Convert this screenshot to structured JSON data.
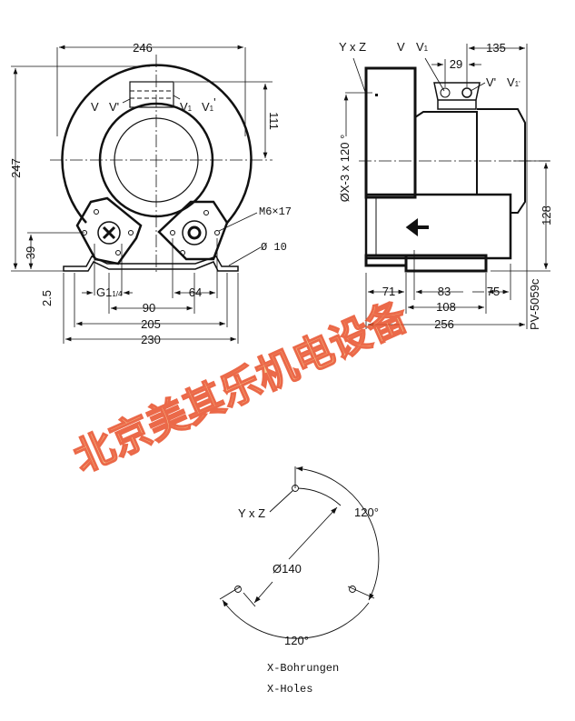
{
  "front_view": {
    "dim_width": "246",
    "dim_height": "247",
    "dim_top_offset": "111",
    "dim_foot_height": "39",
    "dim_plate": "2.5",
    "dim_thread": "G1",
    "dim_thread_sub": "1/4",
    "dim_hole_spacing": "64",
    "dim_port_spacing": "90",
    "dim_mount_205": "205",
    "dim_mount_230": "230",
    "label_v": "V",
    "label_v_prime": "V'",
    "label_v1": "V",
    "label_v1_sub": "1",
    "label_v1_prime": "V",
    "label_v1_prime_sub": "1",
    "label_v1_prime_mark": "'",
    "screw_label": "M6×17",
    "hole_label": "Ø 10"
  },
  "side_view": {
    "label_yxz": "Y x Z",
    "label_v": "V",
    "label_v1": "V",
    "label_v1_sub": "1",
    "label_v_prime": "V'",
    "label_v1_prime": "V",
    "label_v1_prime_sub": "1'",
    "dim_135": "135",
    "dim_29": "29",
    "dim_bolt_circle": "ØX-3 x 120 °",
    "dim_128": "128",
    "dim_71": "71",
    "dim_83": "83",
    "dim_75": "75",
    "dim_108": "108",
    "dim_256": "256",
    "drawing_code": "PV-5059c"
  },
  "hole_pattern": {
    "label_yxz": "Y x Z",
    "angle_top": "120°",
    "angle_bottom": "120°",
    "diameter": "Ø140",
    "caption_de": "X-Bohrungen",
    "caption_en": "X-Holes"
  },
  "watermark": "北京美其乐机电设备",
  "colors": {
    "line": "#111111",
    "watermark_fill": "#f6d08a",
    "watermark_stroke": "#e8502a"
  }
}
